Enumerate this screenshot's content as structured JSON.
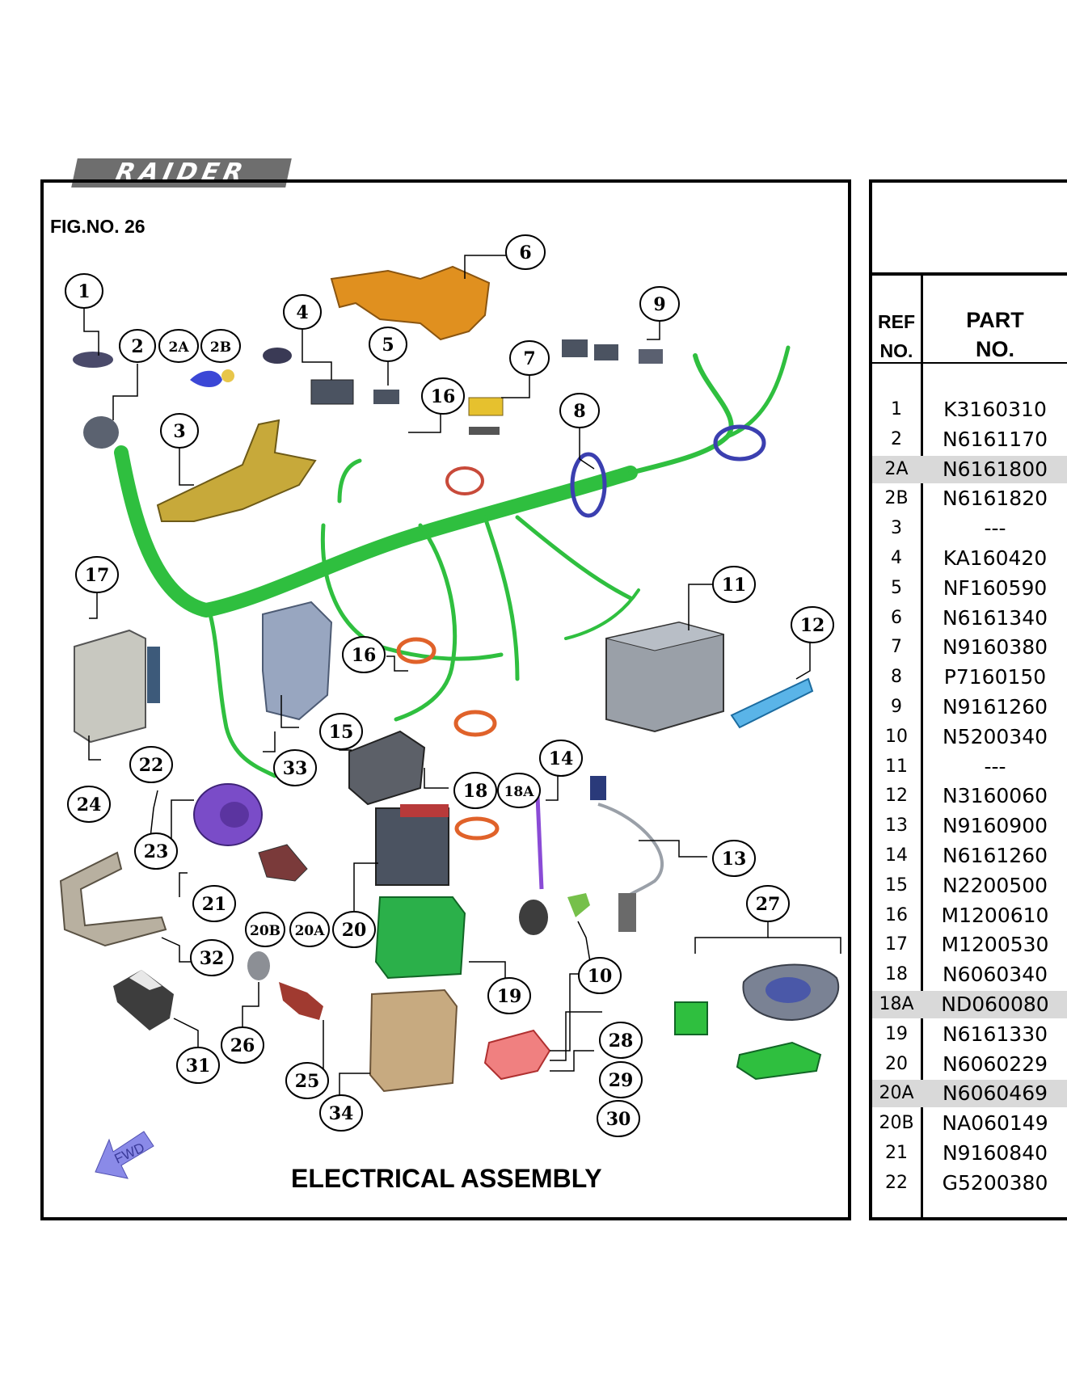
{
  "header": {
    "logo_text": "RAIDER"
  },
  "figure": {
    "fig_no": "FIG.NO. 26",
    "title": "ELECTRICAL ASSEMBLY",
    "fwd_label": "FWD",
    "callouts": [
      "1",
      "2",
      "2A",
      "2B",
      "3",
      "4",
      "5",
      "6",
      "7",
      "8",
      "9",
      "10",
      "11",
      "12",
      "13",
      "14",
      "15",
      "16",
      "16",
      "17",
      "18",
      "18A",
      "19",
      "20",
      "20A",
      "20B",
      "21",
      "22",
      "23",
      "24",
      "25",
      "26",
      "27",
      "28",
      "29",
      "30",
      "31",
      "32",
      "33",
      "34"
    ]
  },
  "parts_table": {
    "header_ref": [
      "REF",
      "NO."
    ],
    "header_part": [
      "PART",
      "NO."
    ],
    "highlight_color": "#d9d9d9",
    "rows": [
      {
        "ref": "1",
        "part": "K3160310",
        "highlight": false
      },
      {
        "ref": "2",
        "part": "N6161170",
        "highlight": false
      },
      {
        "ref": "2A",
        "part": "N6161800",
        "highlight": true
      },
      {
        "ref": "2B",
        "part": "N6161820",
        "highlight": false
      },
      {
        "ref": "3",
        "part": "---",
        "highlight": false
      },
      {
        "ref": "4",
        "part": "KA160420",
        "highlight": false
      },
      {
        "ref": "5",
        "part": "NF160590",
        "highlight": false
      },
      {
        "ref": "6",
        "part": "N6161340",
        "highlight": false
      },
      {
        "ref": "7",
        "part": "N9160380",
        "highlight": false
      },
      {
        "ref": "8",
        "part": "P7160150",
        "highlight": false
      },
      {
        "ref": "9",
        "part": "N9161260",
        "highlight": false
      },
      {
        "ref": "10",
        "part": "N5200340",
        "highlight": false
      },
      {
        "ref": "11",
        "part": "---",
        "highlight": false
      },
      {
        "ref": "12",
        "part": "N3160060",
        "highlight": false
      },
      {
        "ref": "13",
        "part": "N9160900",
        "highlight": false
      },
      {
        "ref": "14",
        "part": "N6161260",
        "highlight": false
      },
      {
        "ref": "15",
        "part": "N2200500",
        "highlight": false
      },
      {
        "ref": "16",
        "part": "M1200610",
        "highlight": false
      },
      {
        "ref": "17",
        "part": "M1200530",
        "highlight": false
      },
      {
        "ref": "18",
        "part": "N6060340",
        "highlight": false
      },
      {
        "ref": "18A",
        "part": "ND060080",
        "highlight": true
      },
      {
        "ref": "19",
        "part": "N6161330",
        "highlight": false
      },
      {
        "ref": "20",
        "part": "N6060229",
        "highlight": false
      },
      {
        "ref": "20A",
        "part": "N6060469",
        "highlight": true
      },
      {
        "ref": "20B",
        "part": "NA060149",
        "highlight": false
      },
      {
        "ref": "21",
        "part": "N9160840",
        "highlight": false
      },
      {
        "ref": "22",
        "part": "G5200380",
        "highlight": false
      }
    ]
  },
  "colors": {
    "harness_green": "#2fbf3f",
    "accent_orange": "#e0901f",
    "battery_gray": "#9aa0a8",
    "border": "#000000"
  }
}
